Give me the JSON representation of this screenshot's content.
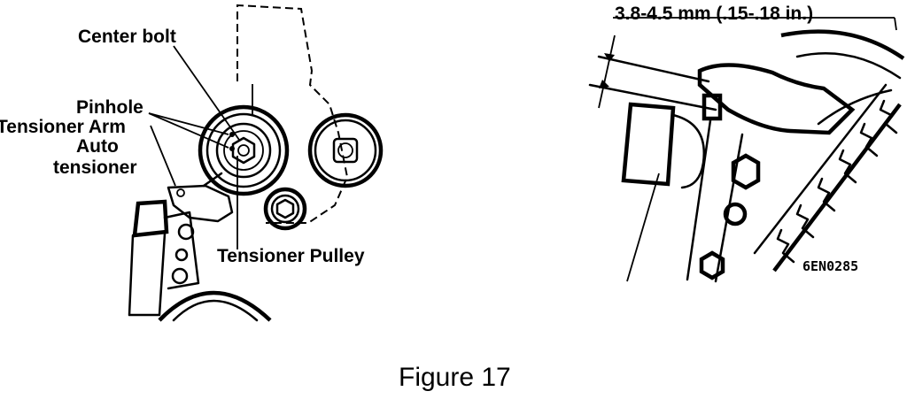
{
  "labels": {
    "center_bolt": "Center bolt",
    "pinhole": "Pinhole",
    "tensioner_arm": "Tensioner Arm",
    "auto_tensioner_line1": "Auto",
    "auto_tensioner_line2": "tensioner",
    "tensioner_pulley": "Tensioner Pulley",
    "dimension": "3.8-4.5 mm (.15-.18 in.)",
    "part_code": "6EN0285"
  },
  "caption": "Figure 17"
}
